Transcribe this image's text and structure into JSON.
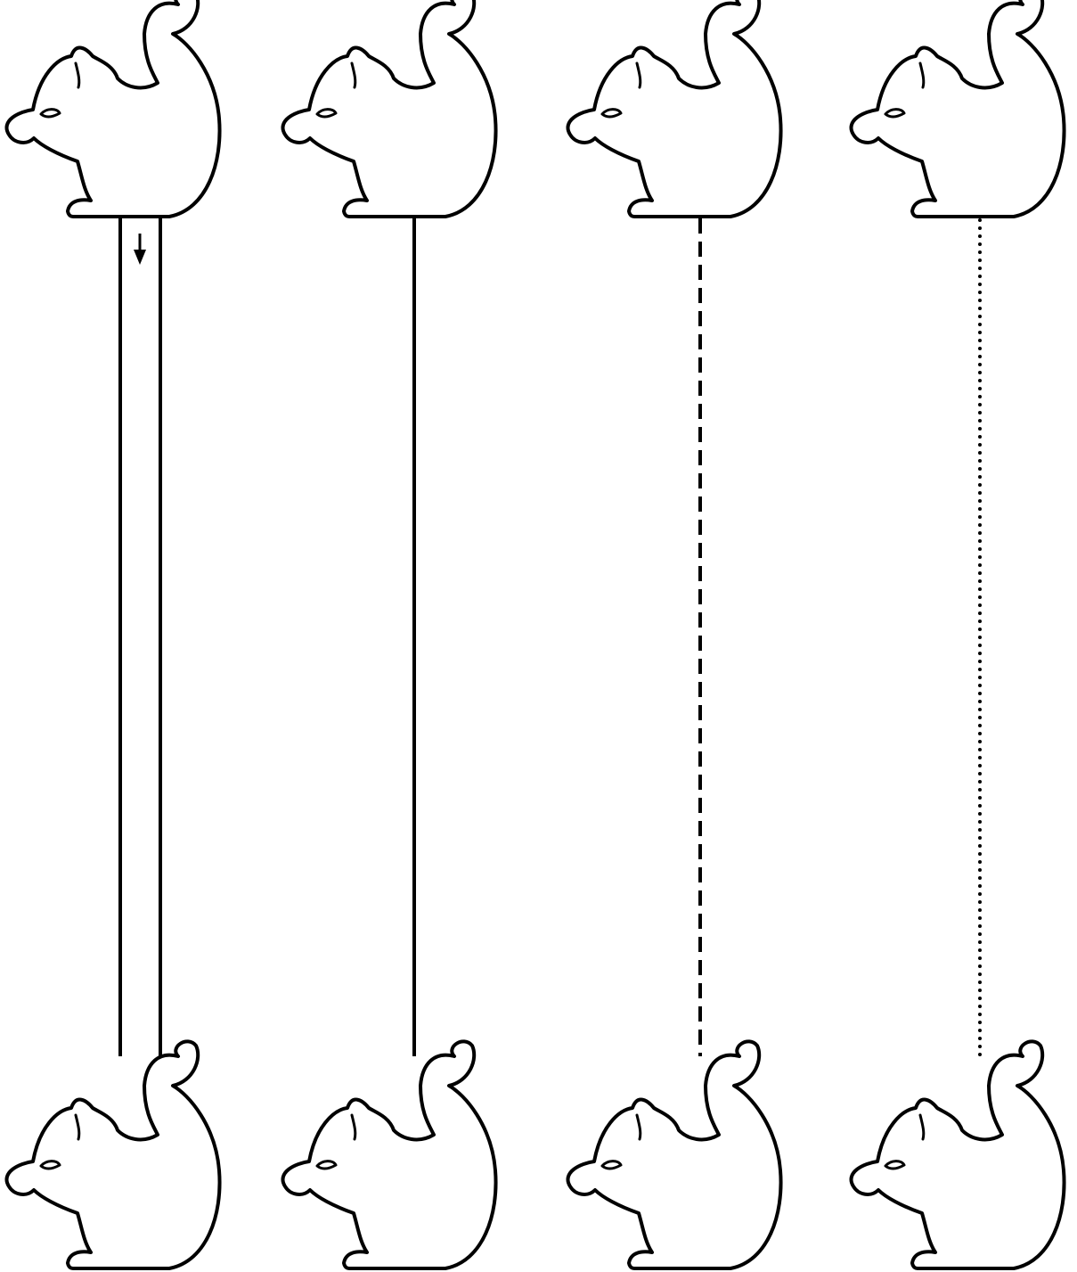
{
  "worksheet": {
    "type": "line-tracing",
    "colors": {
      "ink": "#000000",
      "paper": "#ffffff"
    },
    "columns": [
      {
        "trace_style": "solid-double",
        "has_direction_arrow": true,
        "top_icon": "squirrel-icon",
        "bottom_icon": "squirrel-icon"
      },
      {
        "trace_style": "solid",
        "has_direction_arrow": false,
        "top_icon": "squirrel-icon",
        "bottom_icon": "squirrel-icon"
      },
      {
        "trace_style": "dashed",
        "has_direction_arrow": false,
        "top_icon": "squirrel-icon",
        "bottom_icon": "squirrel-icon"
      },
      {
        "trace_style": "dotted",
        "has_direction_arrow": false,
        "top_icon": "squirrel-icon",
        "bottom_icon": "squirrel-icon"
      }
    ]
  }
}
